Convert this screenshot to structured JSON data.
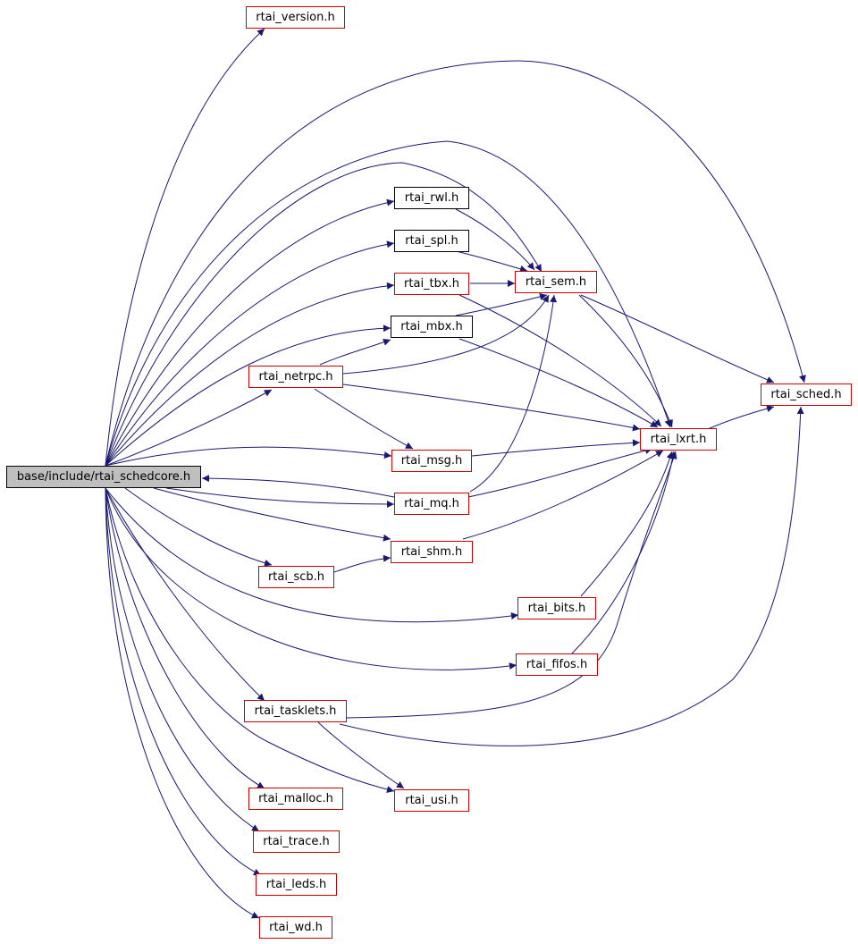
{
  "diagram": {
    "colors": {
      "edge": "#191970",
      "node_border_default": "#000000",
      "node_border_link": "#cc0000",
      "root_fill": "#bfbfbf"
    },
    "nodes": {
      "root": {
        "label": "base/include/rtai_schedcore.h",
        "style": "root"
      },
      "version": {
        "label": "rtai_version.h",
        "style": "red"
      },
      "rwl": {
        "label": "rtai_rwl.h",
        "style": "black"
      },
      "spl": {
        "label": "rtai_spl.h",
        "style": "black"
      },
      "tbx": {
        "label": "rtai_tbx.h",
        "style": "red"
      },
      "sem": {
        "label": "rtai_sem.h",
        "style": "red"
      },
      "mbx": {
        "label": "rtai_mbx.h",
        "style": "black"
      },
      "netrpc": {
        "label": "rtai_netrpc.h",
        "style": "red"
      },
      "sched": {
        "label": "rtai_sched.h",
        "style": "red"
      },
      "lxrt": {
        "label": "rtai_lxrt.h",
        "style": "red"
      },
      "msg": {
        "label": "rtai_msg.h",
        "style": "red"
      },
      "mq": {
        "label": "rtai_mq.h",
        "style": "red"
      },
      "shm": {
        "label": "rtai_shm.h",
        "style": "red"
      },
      "scb": {
        "label": "rtai_scb.h",
        "style": "red"
      },
      "bits": {
        "label": "rtai_bits.h",
        "style": "red"
      },
      "fifos": {
        "label": "rtai_fifos.h",
        "style": "red"
      },
      "tasklets": {
        "label": "rtai_tasklets.h",
        "style": "red"
      },
      "malloc": {
        "label": "rtai_malloc.h",
        "style": "red"
      },
      "usi": {
        "label": "rtai_usi.h",
        "style": "red"
      },
      "trace": {
        "label": "rtai_trace.h",
        "style": "red"
      },
      "leds": {
        "label": "rtai_leds.h",
        "style": "red"
      },
      "wd": {
        "label": "rtai_wd.h",
        "style": "red"
      }
    },
    "edges": [
      [
        "root",
        "version"
      ],
      [
        "root",
        "sched"
      ],
      [
        "root",
        "lxrt"
      ],
      [
        "root",
        "sem"
      ],
      [
        "root",
        "rwl"
      ],
      [
        "root",
        "spl"
      ],
      [
        "root",
        "tbx"
      ],
      [
        "root",
        "mbx"
      ],
      [
        "root",
        "netrpc"
      ],
      [
        "root",
        "msg"
      ],
      [
        "root",
        "mq"
      ],
      [
        "root",
        "shm"
      ],
      [
        "root",
        "scb"
      ],
      [
        "root",
        "bits"
      ],
      [
        "root",
        "fifos"
      ],
      [
        "root",
        "tasklets"
      ],
      [
        "root",
        "usi"
      ],
      [
        "root",
        "malloc"
      ],
      [
        "root",
        "trace"
      ],
      [
        "root",
        "leds"
      ],
      [
        "root",
        "wd"
      ],
      [
        "rwl",
        "sem"
      ],
      [
        "spl",
        "sem"
      ],
      [
        "tbx",
        "sem"
      ],
      [
        "tbx",
        "lxrt"
      ],
      [
        "mbx",
        "sem"
      ],
      [
        "mbx",
        "lxrt"
      ],
      [
        "netrpc",
        "mbx"
      ],
      [
        "netrpc",
        "sem"
      ],
      [
        "netrpc",
        "msg"
      ],
      [
        "netrpc",
        "lxrt"
      ],
      [
        "sem",
        "sched"
      ],
      [
        "sem",
        "lxrt"
      ],
      [
        "lxrt",
        "sched"
      ],
      [
        "msg",
        "lxrt"
      ],
      [
        "mq",
        "root"
      ],
      [
        "mq",
        "sem"
      ],
      [
        "mq",
        "lxrt"
      ],
      [
        "shm",
        "lxrt"
      ],
      [
        "scb",
        "shm"
      ],
      [
        "bits",
        "lxrt"
      ],
      [
        "fifos",
        "lxrt"
      ],
      [
        "tasklets",
        "lxrt"
      ],
      [
        "tasklets",
        "sched"
      ],
      [
        "tasklets",
        "usi"
      ]
    ]
  }
}
